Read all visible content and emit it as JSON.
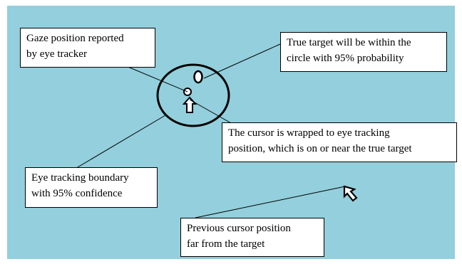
{
  "colors": {
    "background": "#93cfdc",
    "callout_fill": "#ffffff",
    "stroke": "#000000"
  },
  "callouts": {
    "gaze": [
      "Gaze position reported",
      "by eye tracker"
    ],
    "target": [
      "True target will be within the",
      "circle with 95% probability"
    ],
    "cursor": [
      "The cursor is wrapped to eye tracking",
      "position, which is on or near the true target"
    ],
    "boundary": [
      "Eye tracking boundary",
      "with 95% confidence"
    ],
    "previous": [
      "Previous cursor position",
      "far from the target"
    ]
  },
  "icons": {
    "true_target": "small-ellipse",
    "gaze_marker": "small-circle",
    "warped_cursor": "up-arrow-cursor",
    "previous_cursor": "diagonal-arrow-cursor"
  }
}
